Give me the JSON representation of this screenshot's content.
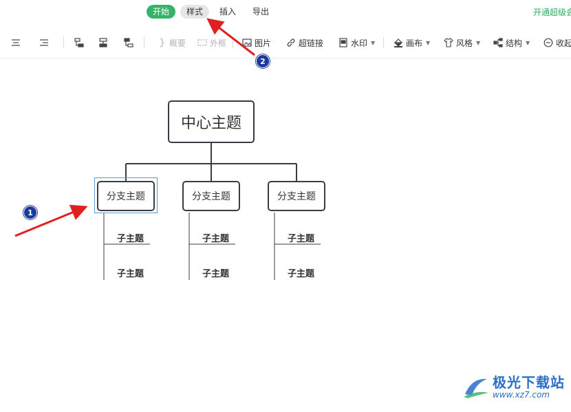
{
  "menu": {
    "tabs": [
      {
        "label": "开始",
        "state": "active"
      },
      {
        "label": "样式",
        "state": "hover"
      },
      {
        "label": "插入",
        "state": "normal"
      },
      {
        "label": "导出",
        "state": "normal"
      }
    ],
    "upgrade_label": "开通超级会"
  },
  "toolbar": {
    "summary": "概要",
    "frame": "外框",
    "image": "图片",
    "hyperlink": "超链接",
    "watermark": "水印",
    "canvas": "画布",
    "style": "风格",
    "structure": "结构",
    "collapse": "收起"
  },
  "mindmap": {
    "central": "中心主题",
    "branches": [
      {
        "label": "分支主题",
        "subs": [
          "子主题",
          "子主题"
        ]
      },
      {
        "label": "分支主题",
        "subs": [
          "子主题",
          "子主题"
        ]
      },
      {
        "label": "分支主题",
        "subs": [
          "子主题",
          "子主题"
        ]
      }
    ]
  },
  "annotations": {
    "badge1": "1",
    "badge2": "2",
    "arrow_color": "#e02020",
    "badge_color": "#1b3a9c"
  },
  "watermark": {
    "title": "极光下载站",
    "url": "www.xz7.com"
  },
  "colors": {
    "accent": "#34b468",
    "selection": "#5b9bd5",
    "node_border": "#3a3a45"
  }
}
